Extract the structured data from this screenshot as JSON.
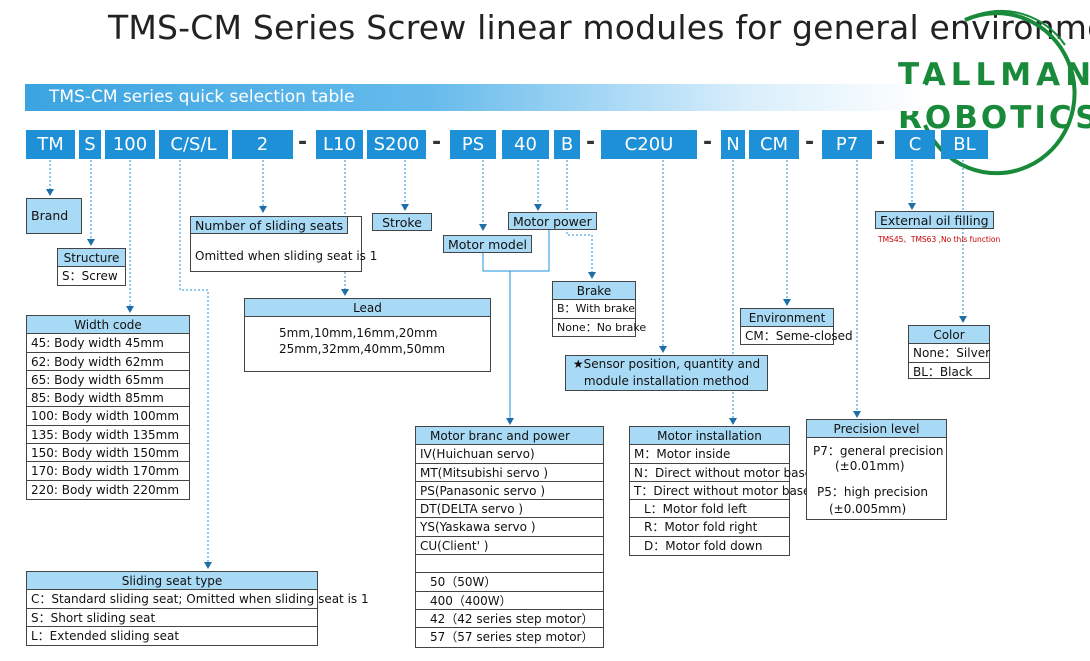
{
  "title": "TMS-CM Series Screw linear modules for general environment",
  "banner": "TMS-CM series quick selection table",
  "logo": {
    "line1": "TALLMAN",
    "line2": "ROBOTICS"
  },
  "codes": [
    "TM",
    "S",
    "100",
    "C/S/L",
    "2",
    "L10",
    "S200",
    "PS",
    "40",
    "B",
    "C20U",
    "N",
    "CM",
    "P7",
    "C",
    "BL"
  ],
  "dash": "-",
  "brand": "Brand",
  "structure": {
    "title": "Structure",
    "value": "S：Screw"
  },
  "width_code": {
    "title": "Width code",
    "rows": [
      "45: Body width 45mm",
      "62: Body width 62mm",
      "65: Body width 65mm",
      "85: Body width 85mm",
      "100: Body width 100mm",
      "135: Body width 135mm",
      "150: Body width 150mm",
      "170: Body width 170mm",
      "220: Body width 220mm"
    ]
  },
  "seats_count": {
    "title": "Number of sliding seats",
    "value": "Omitted when sliding seat is 1"
  },
  "lead": {
    "title": "Lead",
    "line1": "5mm,10mm,16mm,20mm",
    "line2": "25mm,32mm,40mm,50mm"
  },
  "stroke": "Stroke",
  "motor_power": "Motor power",
  "motor_model": "Motor model",
  "brake": {
    "title": "Brake",
    "rows": [
      "B：With brake",
      "None：No brake"
    ]
  },
  "sensor": {
    "line1": "★Sensor position, quantity and",
    "line2": "module installation method"
  },
  "environment": {
    "title": "Environment",
    "value": "CM：Seme-closed"
  },
  "oil": {
    "title": "External oil filling",
    "note": "TMS45、TMS63 ,No this function"
  },
  "color": {
    "title": "Color",
    "rows": [
      "None：Silver",
      "BL：Black"
    ]
  },
  "sliding_type": {
    "title": "Sliding seat type",
    "rows": [
      "C：Standard sliding seat; Omitted when sliding seat is 1",
      "S：Short sliding seat",
      "L：Extended sliding seat"
    ]
  },
  "motor_brand": {
    "title": "Motor branc and power",
    "rows": [
      "IV(Huichuan servo)",
      "MT(Mitsubishi servo )",
      "PS(Panasonic servo )",
      "DT(DELTA servo )",
      "YS(Yaskawa servo )",
      "CU(Client' )",
      "",
      "50（50W）",
      "400（400W）",
      "42（42 series step motor）",
      "57（57 series step motor）"
    ]
  },
  "motor_install": {
    "title": "Motor installation",
    "rows": [
      "M：Motor inside",
      "N：Direct without motor base",
      "T：Direct without motor base",
      "L：Motor fold left",
      "R：Motor fold right",
      "D：Motor fold down"
    ]
  },
  "precision": {
    "title": "Precision level",
    "p7": "P7：general precision",
    "p7v": "(±0.01mm)",
    "p5": "P5：high precision",
    "p5v": "(±0.005mm)"
  }
}
